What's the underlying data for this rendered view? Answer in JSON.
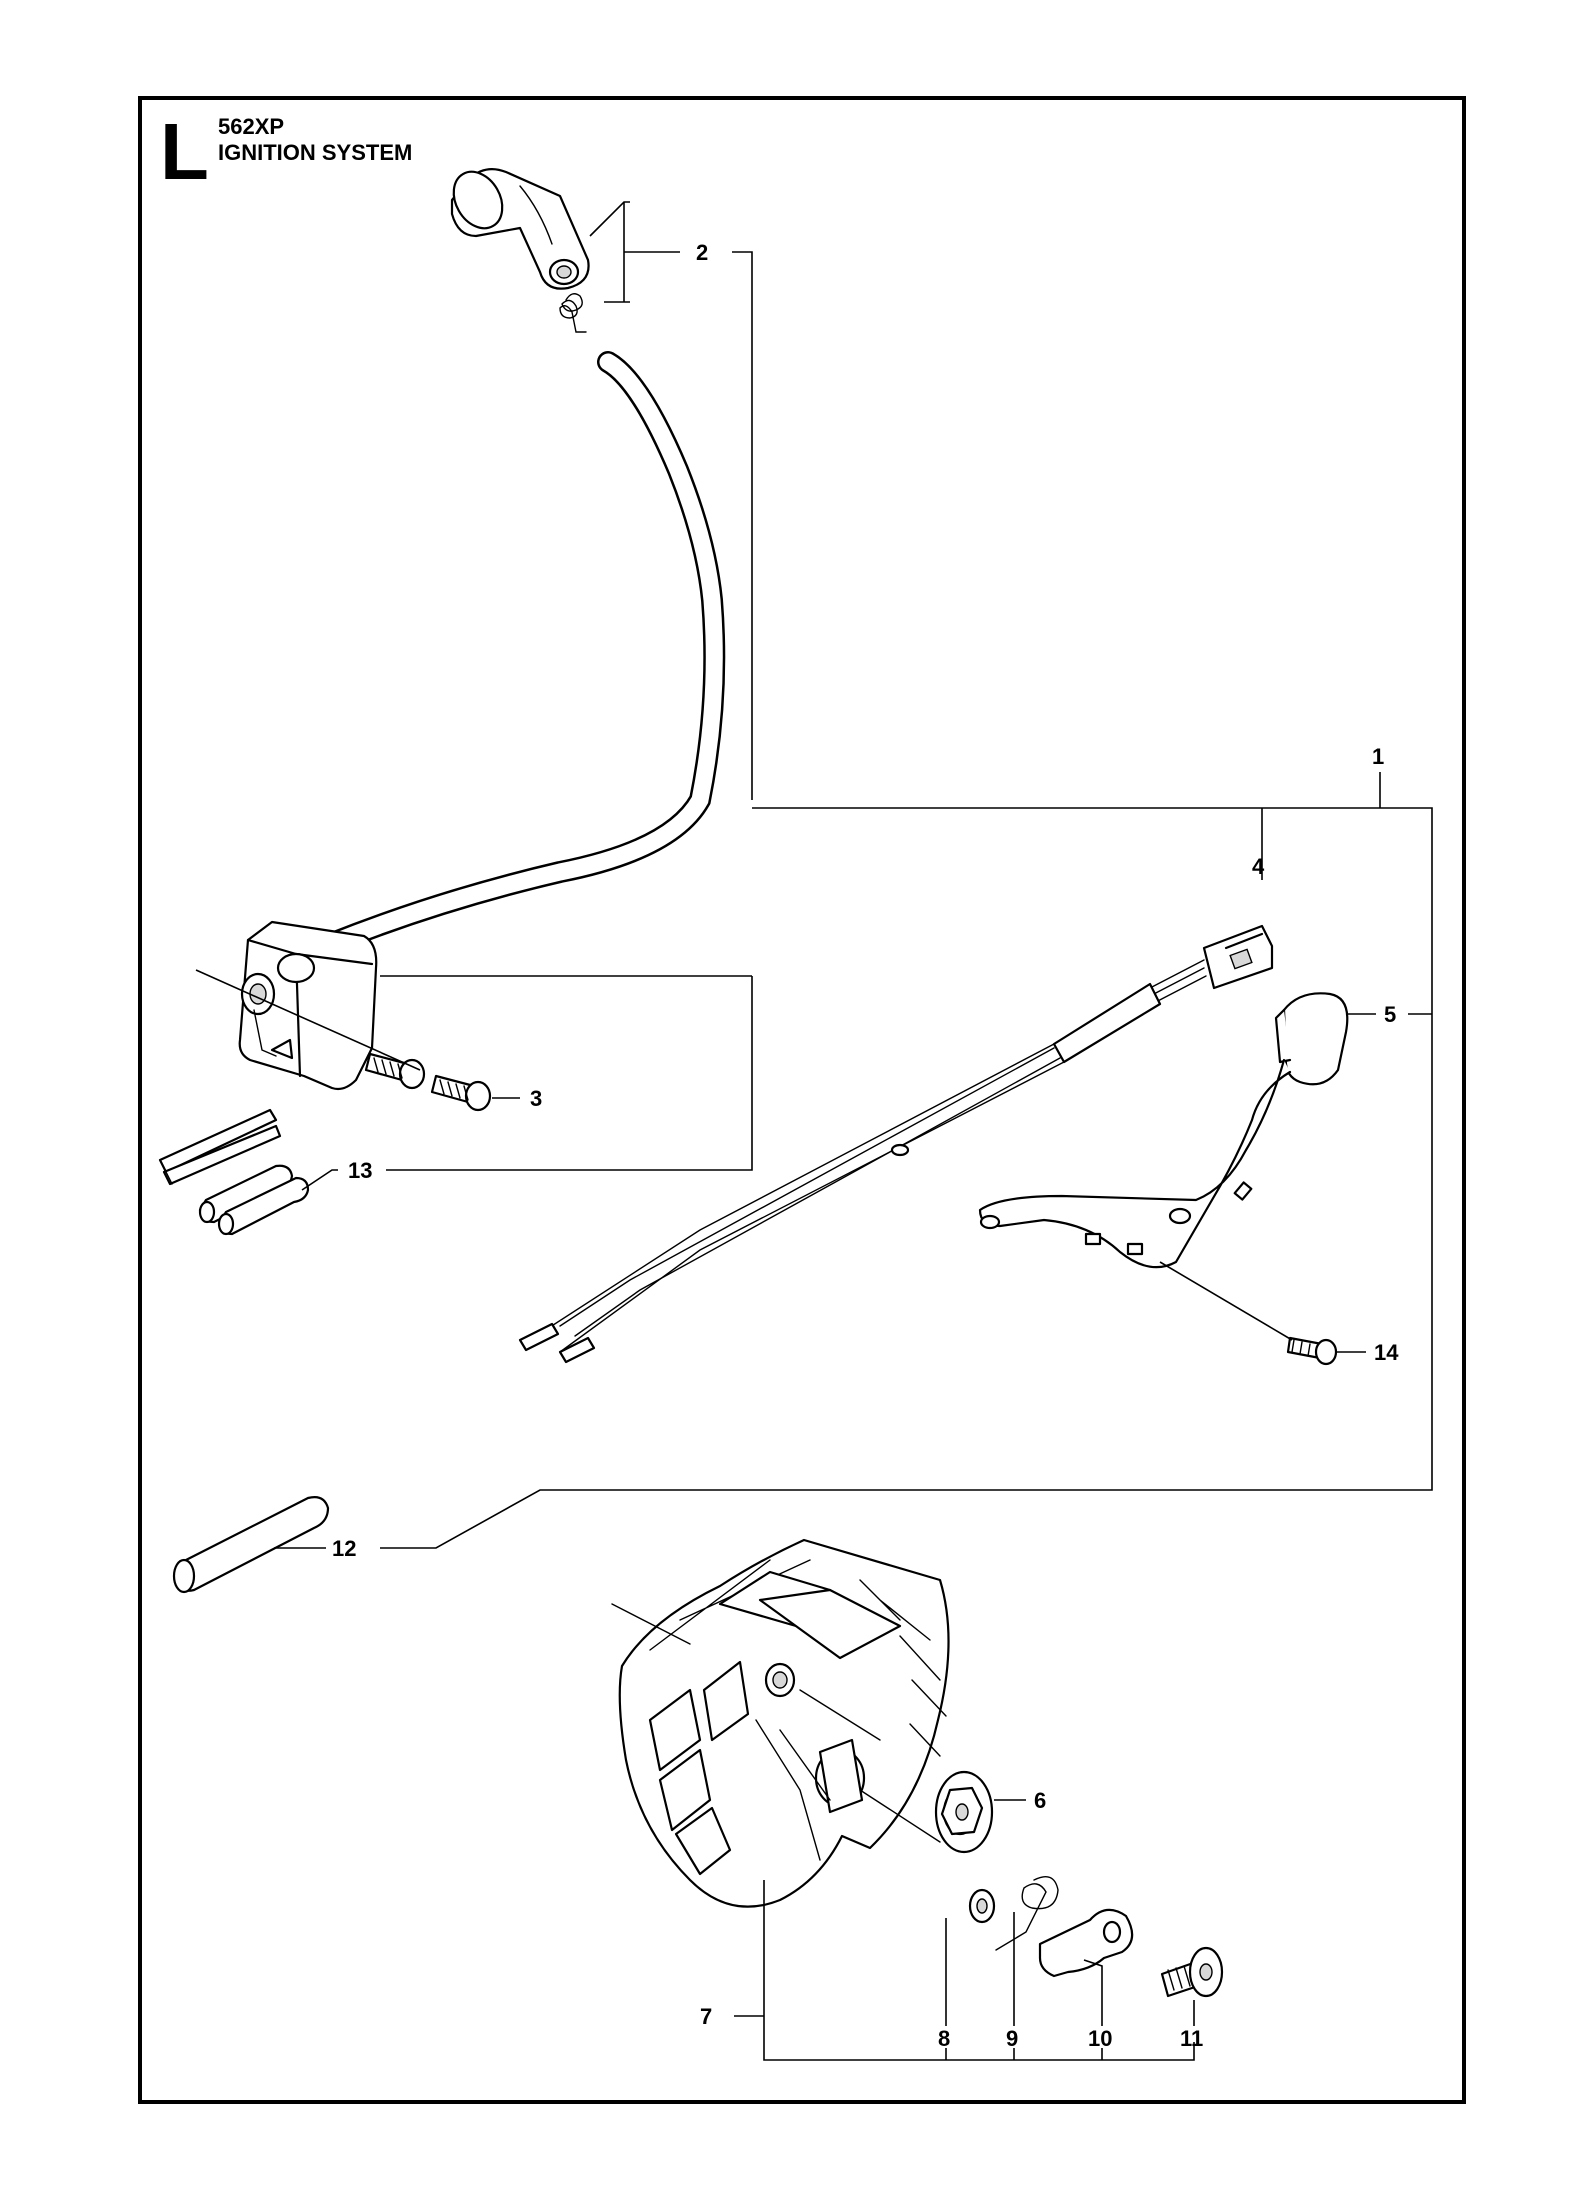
{
  "header": {
    "section_letter": "L",
    "model": "562XP",
    "title": "IGNITION SYSTEM"
  },
  "callouts": {
    "c1": "1",
    "c2": "2",
    "c3": "3",
    "c4": "4",
    "c5": "5",
    "c6": "6",
    "c7": "7",
    "c8": "8",
    "c9": "9",
    "c10": "10",
    "c11": "11",
    "c12": "12",
    "c13": "13",
    "c14": "14"
  }
}
